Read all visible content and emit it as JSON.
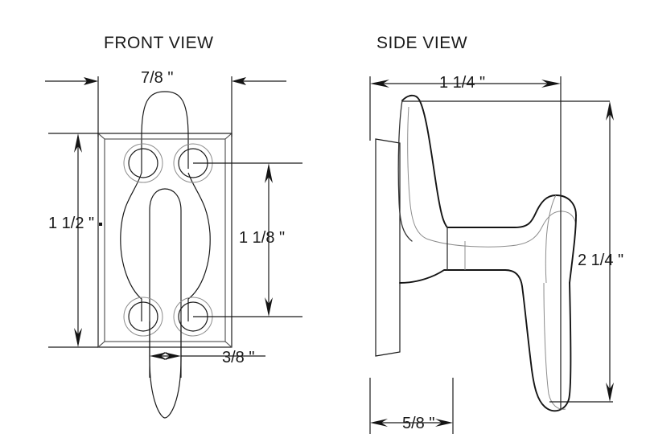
{
  "drawing": {
    "title_front": "FRONT VIEW",
    "title_side": "SIDE VIEW",
    "subject": "casement window handle",
    "units": "inches",
    "line_color": "#1a1a1a",
    "background_color": "#ffffff"
  },
  "front_view": {
    "label": "FRONT VIEW",
    "dimensions": {
      "knob_width": "7/8  \"",
      "plate_height": "1 1/2  \"",
      "hole_spacing_vertical": "1 1/8  \"",
      "shaft_width": "3/8  \""
    }
  },
  "side_view": {
    "label": "SIDE VIEW",
    "dimensions": {
      "projection": "1 1/4  \"",
      "overall_height": "2 1/4  \"",
      "base_depth": "5/8  \""
    }
  },
  "dimension_list": [
    {
      "id": "dim-78",
      "value": "7/8  \"",
      "view": "front",
      "orientation": "horizontal"
    },
    {
      "id": "dim-112",
      "value": "1 1/2  \"",
      "view": "front",
      "orientation": "vertical"
    },
    {
      "id": "dim-118",
      "value": "1 1/8  \"",
      "view": "front",
      "orientation": "vertical"
    },
    {
      "id": "dim-38",
      "value": "3/8  \"",
      "view": "front",
      "orientation": "horizontal"
    },
    {
      "id": "dim-114",
      "value": "1 1/4  \"",
      "view": "side",
      "orientation": "horizontal"
    },
    {
      "id": "dim-214",
      "value": "2 1/4  \"",
      "view": "side",
      "orientation": "vertical"
    },
    {
      "id": "dim-58",
      "value": "5/8  \"",
      "view": "side",
      "orientation": "horizontal"
    }
  ]
}
